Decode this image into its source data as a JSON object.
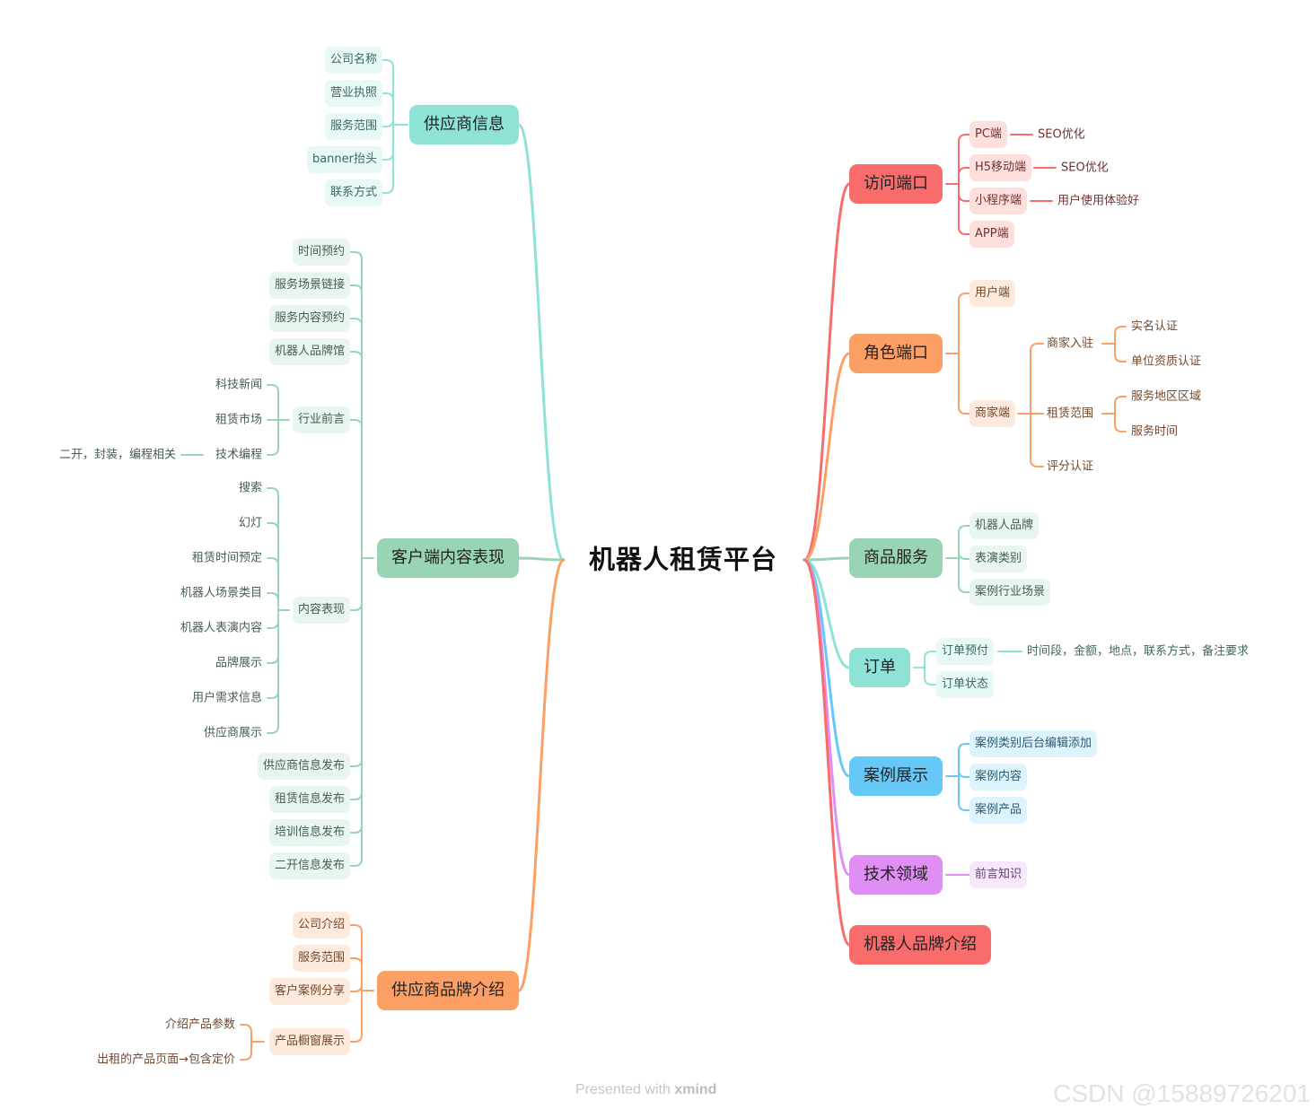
{
  "title": "机器人租赁平台",
  "colors": {
    "supplier_info": "#8ee2d6",
    "client_content": "#99d4b5",
    "brand_intro": "#fb9f65",
    "access_port": "#f86c6b",
    "role_port": "#fb9f65",
    "goods_service": "#99d4b5",
    "order": "#8ee2d6",
    "case_show": "#66c8f7",
    "tech_field": "#df8ef3",
    "robot_brand": "#f86c6b"
  },
  "branches": {
    "supplier_info": {
      "label": "供应商信息",
      "items": [
        "公司名称",
        "营业执照",
        "服务范围",
        "banner抬头",
        "联系方式"
      ]
    },
    "client_content": {
      "label": "客户端内容表现",
      "items": {
        "time_booking": "时间预约",
        "scene_link": "服务场景链接",
        "content_booking": "服务内容预约",
        "brand_hall": "机器人品牌馆",
        "industry": {
          "label": "行业前言",
          "items": [
            "科技新闻",
            "租赁市场",
            "技术编程"
          ],
          "tech_note": "二开，封装，编程相关"
        },
        "content_show": {
          "label": "内容表现",
          "items": [
            "搜索",
            "幻灯",
            "租赁时间预定",
            "机器人场景类目",
            "机器人表演内容",
            "品牌展示",
            "用户需求信息",
            "供应商展示"
          ]
        },
        "supplier_publish": "供应商信息发布",
        "lease_publish": "租赁信息发布",
        "training_publish": "培训信息发布",
        "dev_publish": "二开信息发布"
      }
    },
    "brand_intro": {
      "label": "供应商品牌介绍",
      "items": {
        "company_intro": "公司介绍",
        "service_scope": "服务范围",
        "case_share": "客户案例分享",
        "showcase": {
          "label": "产品橱窗展示",
          "items": [
            "介绍产品参数",
            "出租的产品页面→包含定价"
          ]
        }
      }
    },
    "access_port": {
      "label": "访问端口",
      "items": [
        {
          "label": "PC端",
          "note": "SEO优化"
        },
        {
          "label": "H5移动端",
          "note": "SEO优化"
        },
        {
          "label": "小程序端",
          "note": "用户使用体验好"
        },
        {
          "label": "APP端",
          "note": ""
        }
      ]
    },
    "role_port": {
      "label": "角色端口",
      "user": "用户端",
      "merchant": {
        "label": "商家端",
        "join": {
          "label": "商家入驻",
          "items": [
            "实名认证",
            "单位资质认证"
          ]
        },
        "scope": {
          "label": "租赁范围",
          "items": [
            "服务地区区域",
            "服务时间"
          ]
        },
        "rating": "评分认证"
      }
    },
    "goods_service": {
      "label": "商品服务",
      "items": [
        "机器人品牌",
        "表演类别",
        "案例行业场景"
      ]
    },
    "order": {
      "label": "订单",
      "prepay": {
        "label": "订单预付",
        "note": "时间段，金额，地点，联系方式，备注要求"
      },
      "status": "订单状态"
    },
    "case_show": {
      "label": "案例展示",
      "items": [
        "案例类别后台编辑添加",
        "案例内容",
        "案例产品"
      ]
    },
    "tech_field": {
      "label": "技术领域",
      "items": [
        "前言知识"
      ]
    },
    "robot_brand": {
      "label": "机器人品牌介绍"
    }
  },
  "footer": {
    "presented_with": "Presented with",
    "brand": "xmind"
  },
  "watermark": "CSDN @15889726201"
}
